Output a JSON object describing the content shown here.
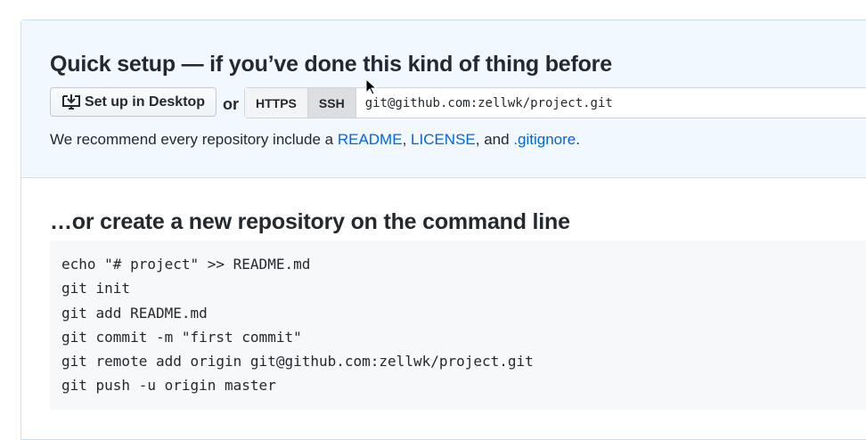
{
  "quick_setup": {
    "title": "Quick setup — if you’ve done this kind of thing before",
    "desktop_button": "Set up in Desktop",
    "or": "or",
    "protocols": [
      "HTTPS",
      "SSH"
    ],
    "selected_protocol": "SSH",
    "clone_url": "git@github.com:zellwk/project.git",
    "recommend": {
      "prefix": "We recommend every repository include a ",
      "readme": "README",
      "sep1": ", ",
      "license": "LICENSE",
      "sep2": ", and ",
      "gitignore": ".gitignore",
      "suffix": "."
    }
  },
  "command_line": {
    "title": "…or create a new repository on the command line",
    "lines": [
      "echo \"# project\" >> README.md",
      "git init",
      "git add README.md",
      "git commit -m \"first commit\"",
      "git remote add origin git@github.com:zellwk/project.git",
      "git push -u origin master"
    ]
  }
}
